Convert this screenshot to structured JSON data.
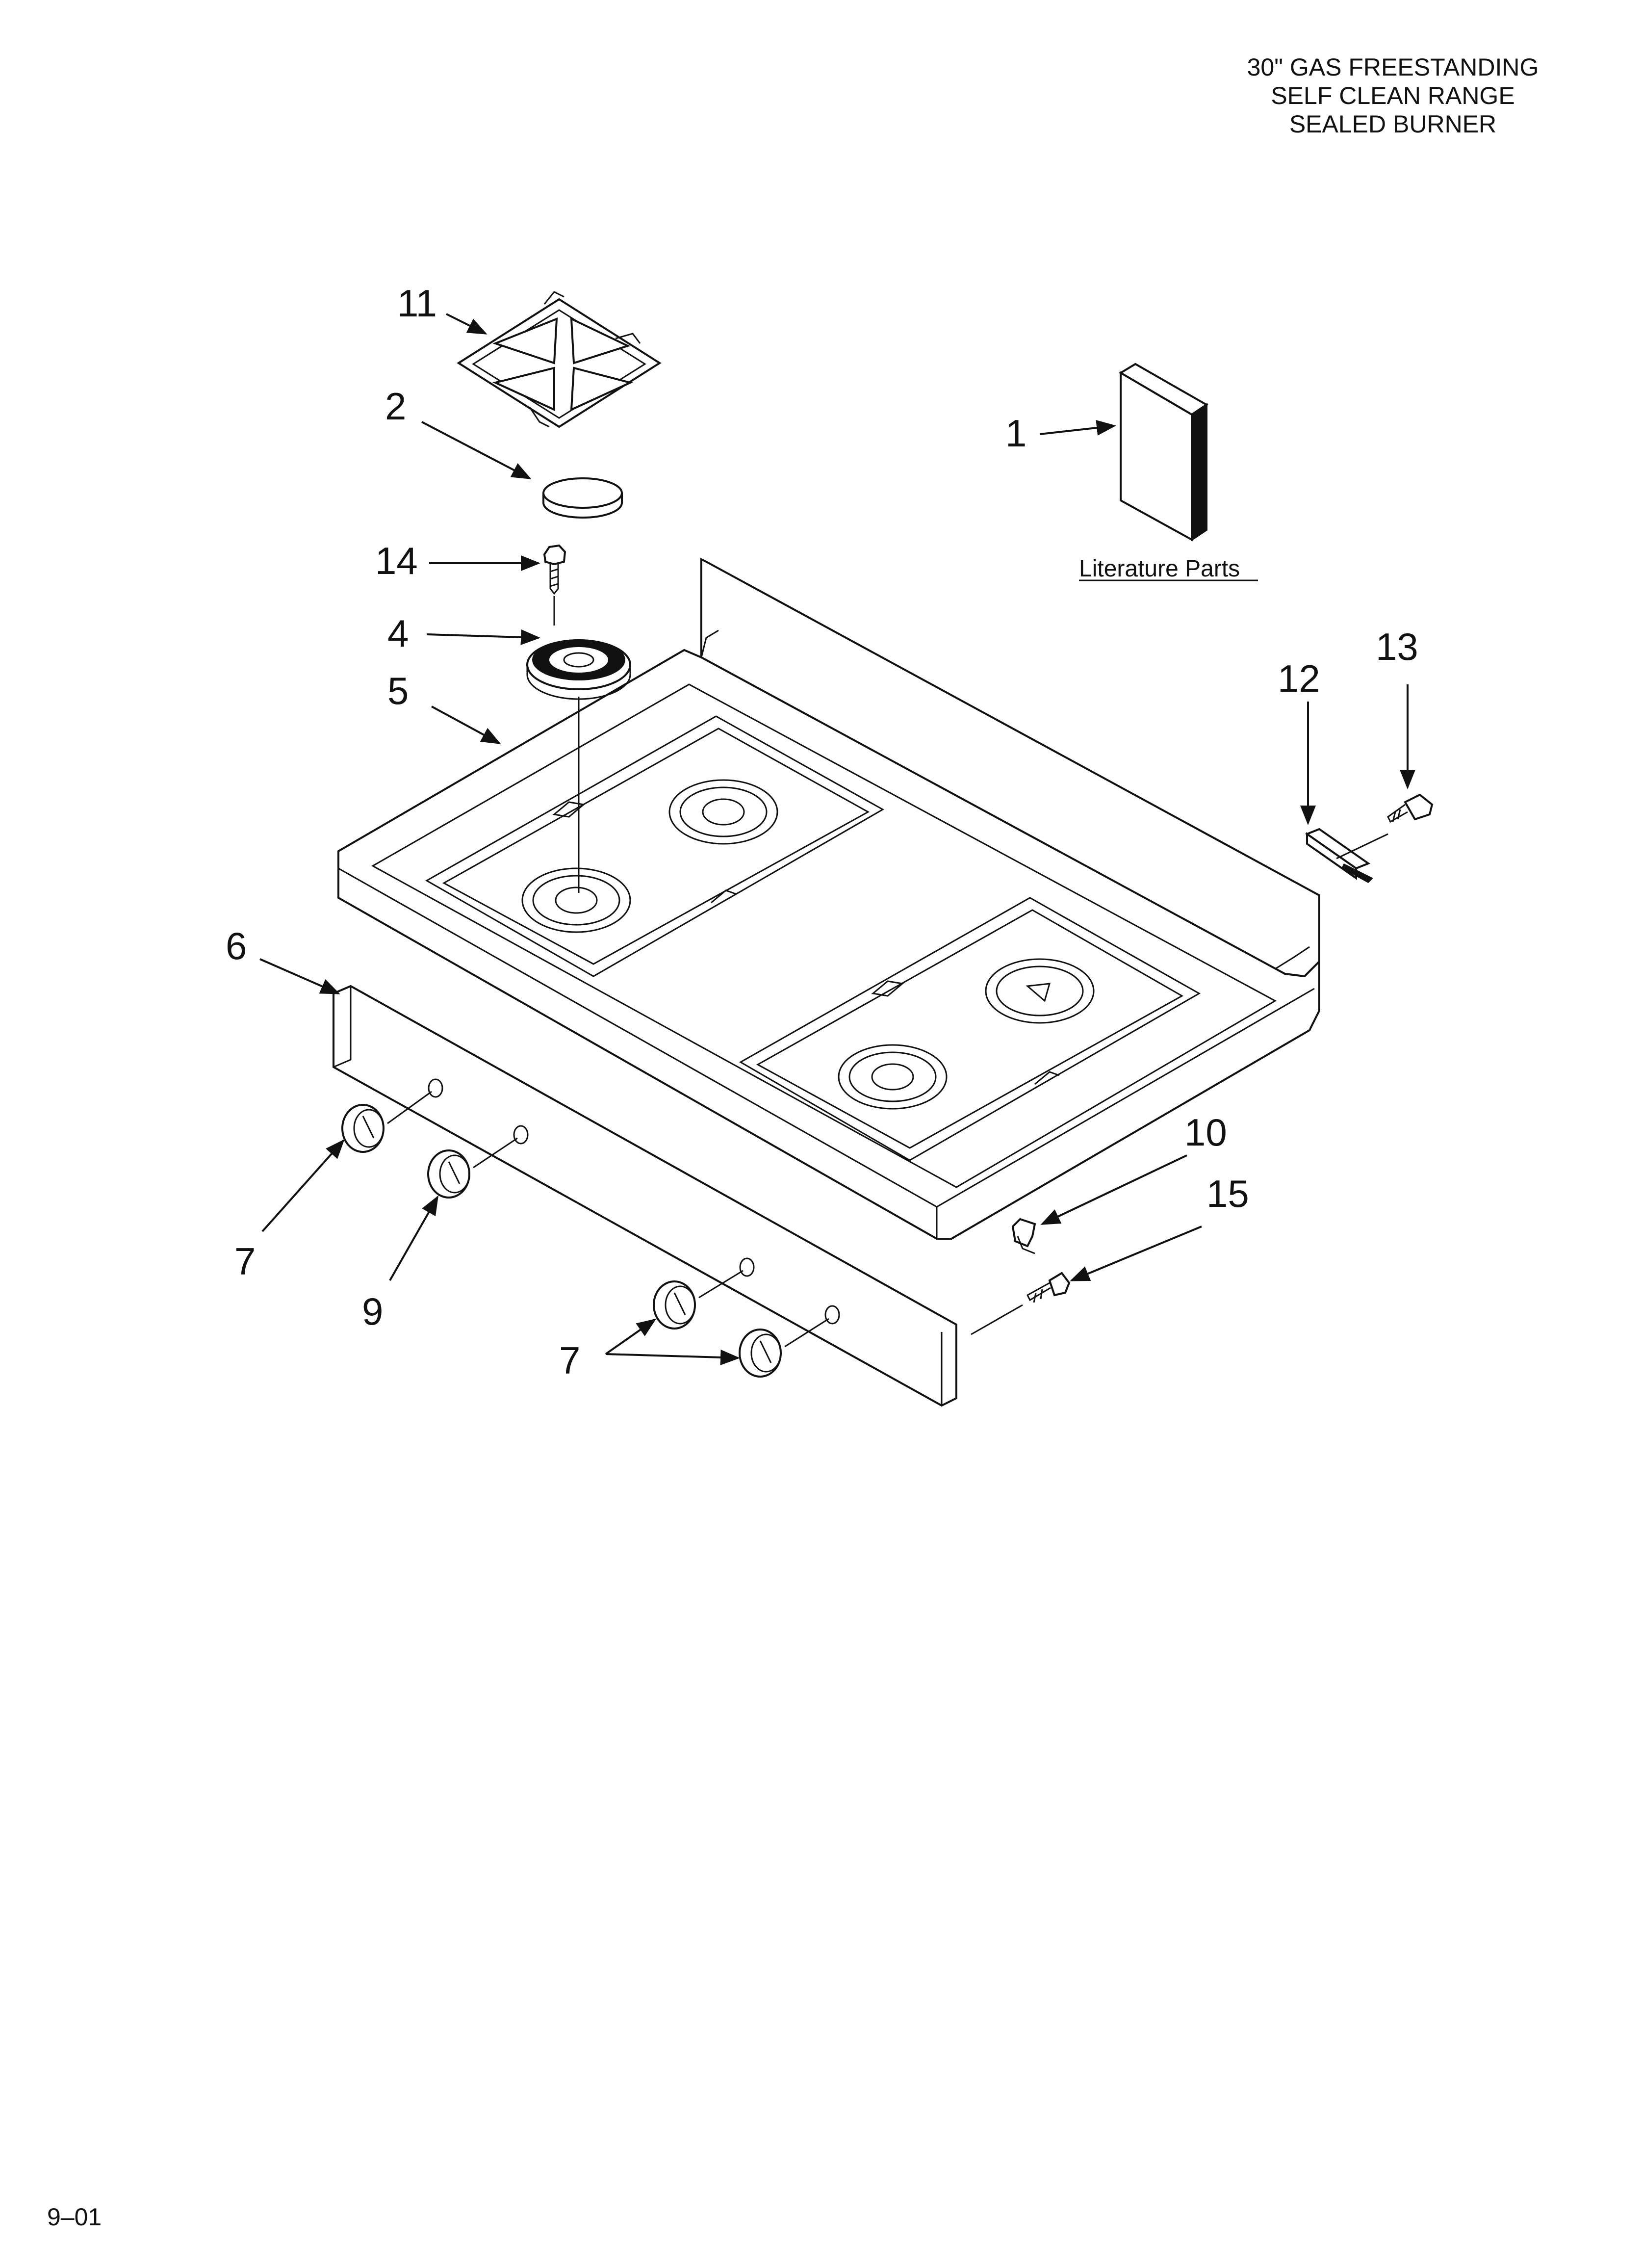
{
  "header": {
    "title_lines": [
      "30\" GAS FREESTANDING",
      "SELF CLEAN RANGE",
      "SEALED BURNER"
    ]
  },
  "literature_label": "Literature Parts",
  "callouts": {
    "c1": "1",
    "c2": "2",
    "c4": "4",
    "c5": "5",
    "c6": "6",
    "c7a": "7",
    "c7b": "7",
    "c9": "9",
    "c10": "10",
    "c11": "11",
    "c12": "12",
    "c13": "13",
    "c14": "14",
    "c15": "15"
  },
  "footer": {
    "date_code": "9–01"
  }
}
